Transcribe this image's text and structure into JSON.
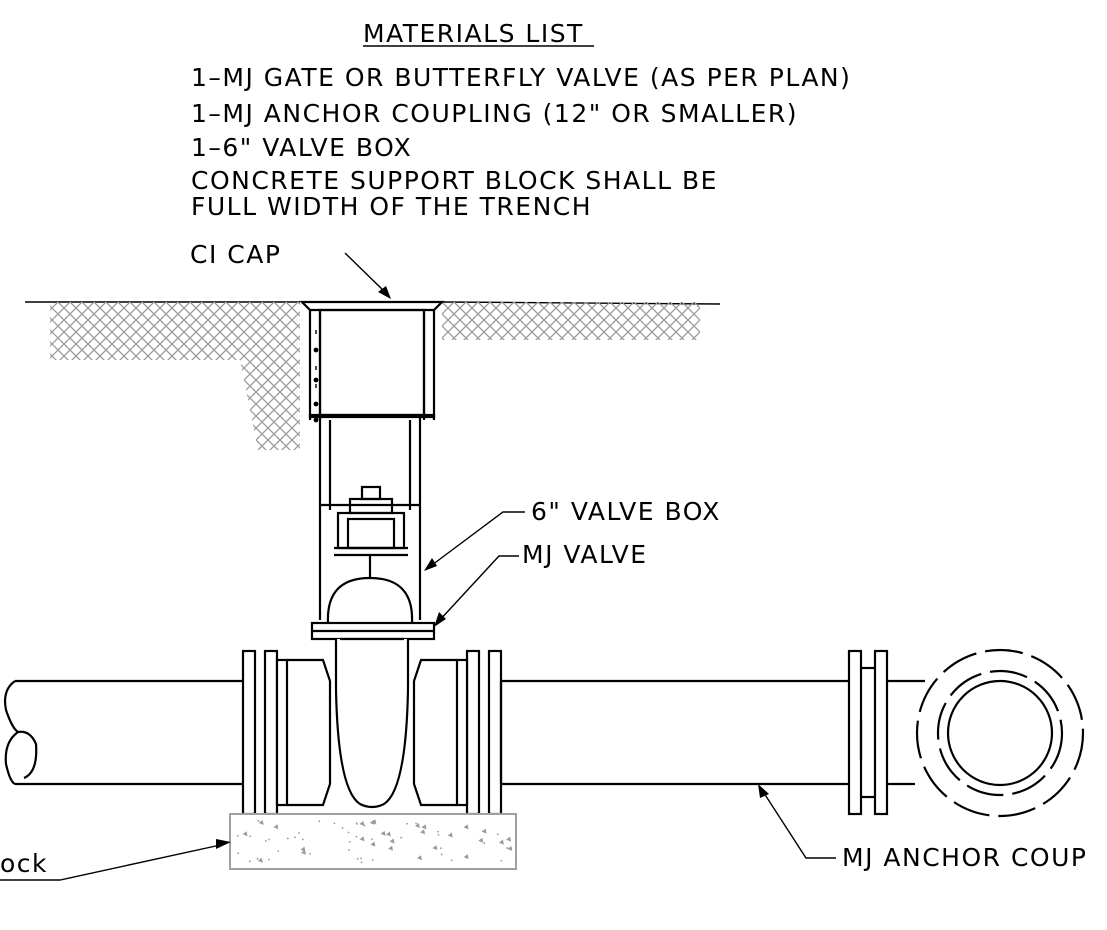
{
  "materials": {
    "title": "MATERIALS LIST",
    "items": [
      "1–MJ GATE OR BUTTERFLY VALVE (AS PER PLAN)",
      "1–MJ ANCHOR COUPLING (12\" OR SMALLER)",
      "1–6\" VALVE BOX",
      "CONCRETE SUPPORT BLOCK SHALL BE",
      "FULL WIDTH OF THE TRENCH"
    ]
  },
  "callouts": {
    "ci_cap": "CI CAP",
    "valve_box": "6\" VALVE BOX",
    "mj_valve": "MJ VALVE",
    "support_block": "ock",
    "anchor_coupling": "MJ ANCHOR COUP"
  },
  "colors": {
    "line": "#000000",
    "hatch": "#9a9a9a",
    "concrete_outline": "#a0a0a0"
  }
}
